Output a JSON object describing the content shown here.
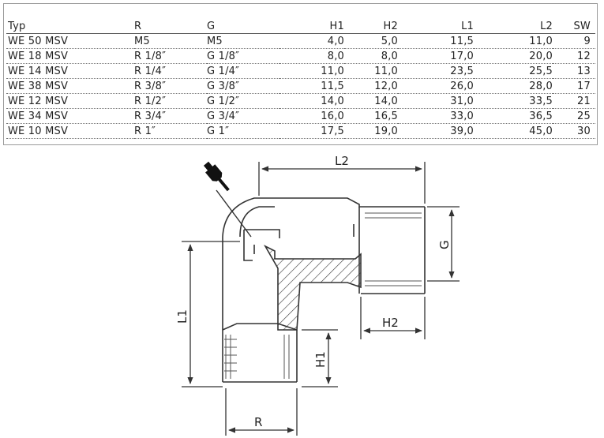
{
  "table": {
    "headers": [
      "Typ",
      "R",
      "G",
      "H1",
      "H2",
      "L1",
      "L2",
      "SW"
    ],
    "rows": [
      [
        "WE 50 MSV",
        "M5",
        "M5",
        "4,0",
        "5,0",
        "11,5",
        "11,0",
        "9"
      ],
      [
        "WE 18 MSV",
        "R 1/8″",
        "G 1/8″",
        "8,0",
        "8,0",
        "17,0",
        "20,0",
        "12"
      ],
      [
        "WE 14 MSV",
        "R 1/4″",
        "G 1/4″",
        "11,0",
        "11,0",
        "23,5",
        "25,5",
        "13"
      ],
      [
        "WE 38 MSV",
        "R 3/8″",
        "G 3/8″",
        "11,5",
        "12,0",
        "26,0",
        "28,0",
        "17"
      ],
      [
        "WE 12 MSV",
        "R 1/2″",
        "G 1/2″",
        "14,0",
        "14,0",
        "31,0",
        "33,5",
        "21"
      ],
      [
        "WE 34 MSV",
        "R 3/4″",
        "G 3/4″",
        "16,0",
        "16,5",
        "33,0",
        "36,5",
        "25"
      ],
      [
        "WE 10 MSV",
        "R 1″",
        "G 1″",
        "17,5",
        "19,0",
        "39,0",
        "45,0",
        "30"
      ]
    ]
  },
  "drawing": {
    "labels": {
      "l2": "L2",
      "g": "G",
      "l1": "L1",
      "h2": "H2",
      "h1": "H1",
      "r": "R"
    },
    "icons": [
      "wrench-icon"
    ],
    "line_color": "#333333"
  }
}
